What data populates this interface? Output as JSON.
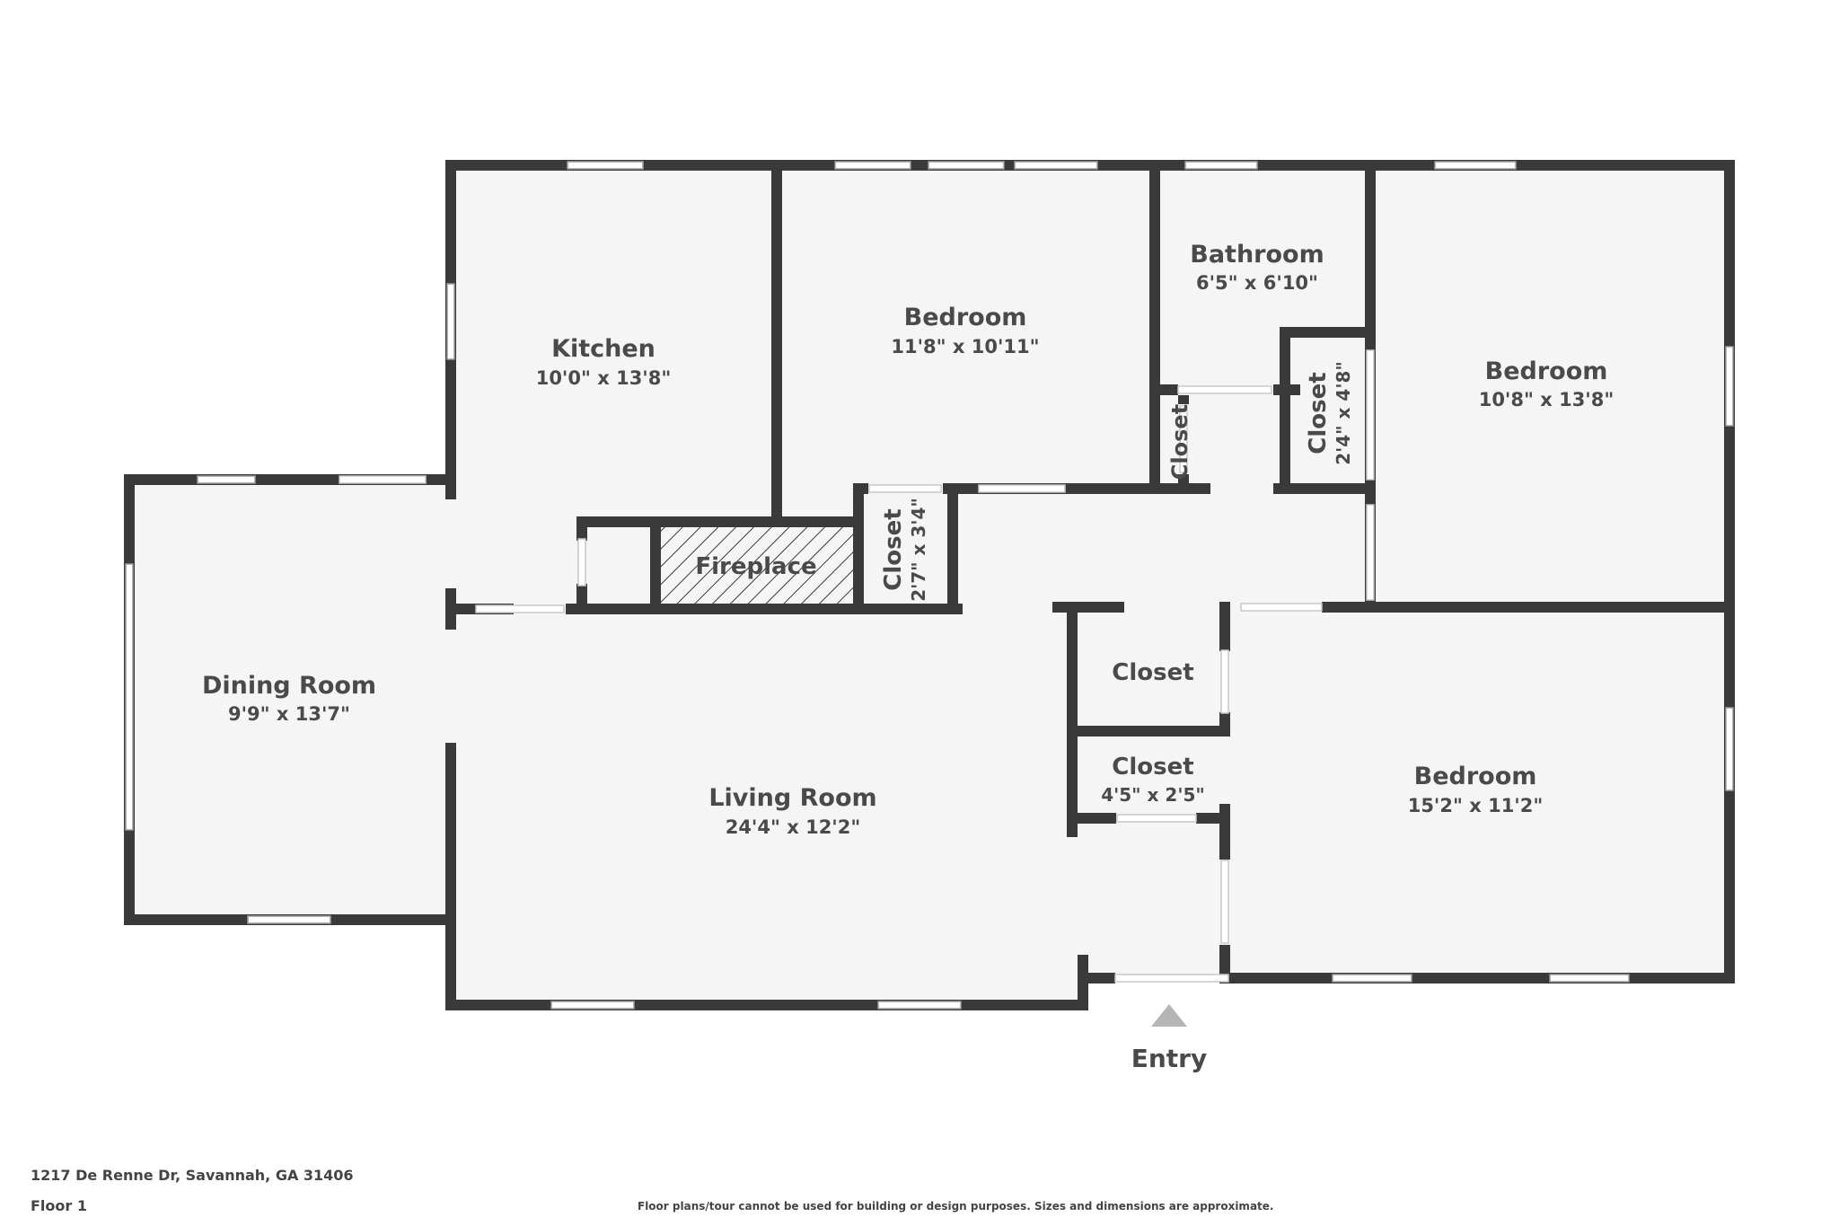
{
  "rooms": {
    "kitchen": {
      "name": "Kitchen",
      "dims": "10'0\" x 13'8\""
    },
    "bedroom_1": {
      "name": "Bedroom",
      "dims": "11'8\" x 10'11\""
    },
    "bathroom": {
      "name": "Bathroom",
      "dims": "6'5\" x 6'10\""
    },
    "bedroom_2": {
      "name": "Bedroom",
      "dims": "10'8\" x 13'8\""
    },
    "dining_room": {
      "name": "Dining Room",
      "dims": "9'9\" x 13'7\""
    },
    "living_room": {
      "name": "Living Room",
      "dims": "24'4\" x 12'2\""
    },
    "bedroom_3": {
      "name": "Bedroom",
      "dims": "15'2\" x 11'2\""
    },
    "fireplace": {
      "name": "Fireplace"
    },
    "closet_hall": {
      "name": "Closet",
      "dims": "2'7\" x 3'4\""
    },
    "closet_small": {
      "name": "Closet"
    },
    "closet_bedroom": {
      "name": "Closet",
      "dims": "2'4\" x 4'8\""
    },
    "closet_upper": {
      "name": "Closet"
    },
    "closet_lower": {
      "name": "Closet",
      "dims": "4'5\" x 2'5\""
    }
  },
  "entry": {
    "label": "Entry"
  },
  "footer": {
    "address": "1217 De Renne Dr, Savannah, GA 31406",
    "floor": "Floor 1",
    "disclaimer": "Floor plans/tour cannot be used for building or design purposes. Sizes and dimensions are approximate."
  },
  "colors": {
    "wall": "#3a3a3a",
    "floor": "#f5f5f5",
    "entry_arrow": "#b5b5b5"
  }
}
